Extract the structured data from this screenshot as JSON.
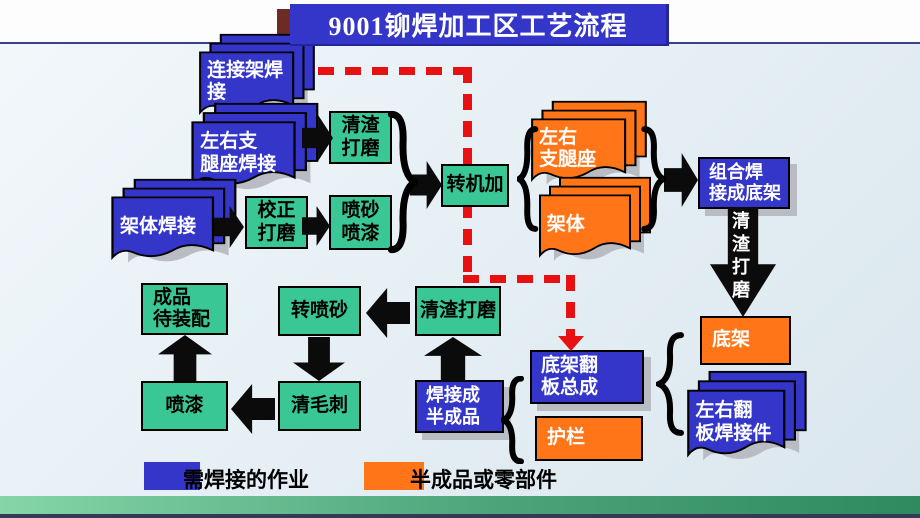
{
  "title": "9001铆焊加工区工艺流程",
  "nodes": {
    "connect_frame": {
      "label": "连接架焊接"
    },
    "outrigger_weld": {
      "label": "左右支\n腿座焊接"
    },
    "frame_weld": {
      "label": "架体焊接"
    },
    "slag_grind_1": {
      "label": "清渣\n打磨"
    },
    "correct_grind": {
      "label": "校正\n打磨"
    },
    "sand_paint": {
      "label": "喷砂\n喷漆"
    },
    "transfer_machining": {
      "label": "转机加"
    },
    "outrigger_part": {
      "label": "左右\n支腿座"
    },
    "frame_part": {
      "label": "架体"
    },
    "assembly_weld": {
      "label": "组合焊\n接成底架"
    },
    "slag_grind_arrow": {
      "label": "清渣打磨"
    },
    "underframe": {
      "label": "底架"
    },
    "flap_weldment": {
      "label": "左右翻\n板焊接件"
    },
    "flap_assembly": {
      "label": "底架翻\n板总成"
    },
    "guardrail": {
      "label": "护栏"
    },
    "weld_semi": {
      "label": "焊接成\n半成品"
    },
    "slag_grind_2": {
      "label": "清渣打磨"
    },
    "transfer_sandblast": {
      "label": "转喷砂"
    },
    "finished": {
      "label": "成品\n待装配"
    },
    "paint": {
      "label": "喷漆"
    },
    "deburr": {
      "label": "清毛刺"
    }
  },
  "legend": {
    "weld_jobs": {
      "label": "需焊接的作业",
      "color": "#3436c9"
    },
    "semi_parts": {
      "label": "半成品或零部件",
      "color": "#ff7518"
    }
  },
  "icons": {
    "brace_open": "{",
    "brace_close": "}",
    "black_arrow": "solid block arrow",
    "red_dashed_route": "red dashed connector with arrowhead"
  },
  "colors": {
    "blue_weld": "#3436c9",
    "teal_process": "#38c795",
    "orange_part": "#ff7518",
    "red_route": "#e81010",
    "footer_green": "#2f8a5f"
  }
}
